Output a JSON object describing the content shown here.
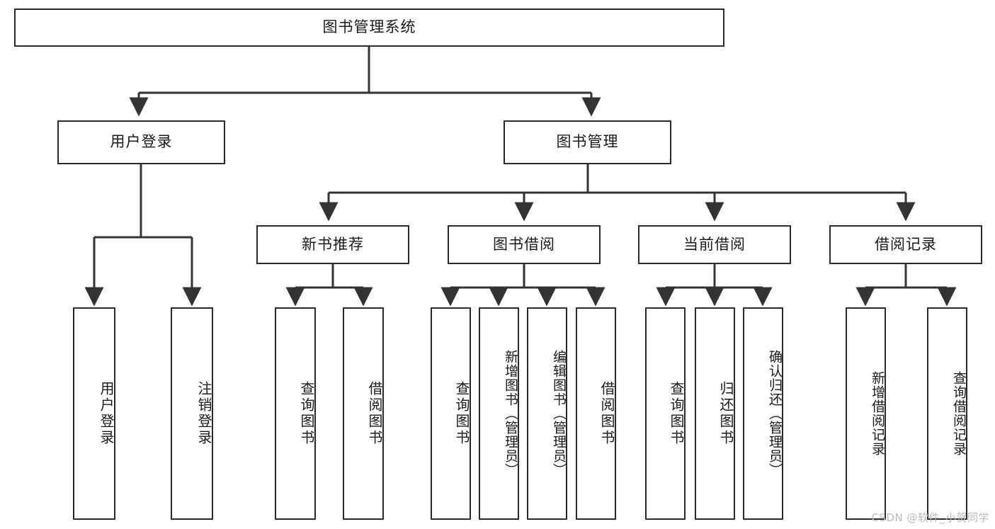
{
  "diagram": {
    "title": "图书管理系统",
    "type": "tree",
    "colors": {
      "box_border": "#2b2b2b",
      "box_fill": "#ffffff",
      "connector": "#333333",
      "text": "#1a1a1a",
      "watermark": "#b9b9b9"
    },
    "root": {
      "label": "图书管理系统"
    },
    "level2": [
      {
        "id": "user-login",
        "label": "用户登录"
      },
      {
        "id": "book-manage",
        "label": "图书管理"
      }
    ],
    "level3": [
      {
        "id": "new-book-recommend",
        "label": "新书推荐",
        "parent": "book-manage"
      },
      {
        "id": "book-borrow",
        "label": "图书借阅",
        "parent": "book-manage"
      },
      {
        "id": "current-borrow",
        "label": "当前借阅",
        "parent": "book-manage"
      },
      {
        "id": "borrow-record",
        "label": "借阅记录",
        "parent": "book-manage"
      }
    ],
    "leaves": {
      "user_login": [
        {
          "id": "leaf-user-login",
          "label": "用户登录"
        },
        {
          "id": "leaf-user-logout",
          "label": "注销登录"
        }
      ],
      "new_book_recommend": [
        {
          "id": "leaf-query-book-1",
          "label": "查询图书"
        },
        {
          "id": "leaf-borrow-book-1",
          "label": "借阅图书"
        }
      ],
      "book_borrow": [
        {
          "id": "leaf-query-book-2",
          "label": "查询图书"
        },
        {
          "id": "leaf-add-book",
          "label": "新增图书（管理员）"
        },
        {
          "id": "leaf-edit-book",
          "label": "编辑图书（管理员）"
        },
        {
          "id": "leaf-borrow-book-2",
          "label": "借阅图书"
        }
      ],
      "current_borrow": [
        {
          "id": "leaf-query-book-3",
          "label": "查询图书"
        },
        {
          "id": "leaf-return-book",
          "label": "归还图书"
        },
        {
          "id": "leaf-confirm-return",
          "label": "确认归还（管理员）"
        }
      ],
      "borrow_record": [
        {
          "id": "leaf-add-record",
          "label": "新增借阅记录"
        },
        {
          "id": "leaf-query-record",
          "label": "查询借阅记录"
        }
      ]
    }
  },
  "watermark": {
    "text": "CSDN @软件_小贺同学"
  }
}
